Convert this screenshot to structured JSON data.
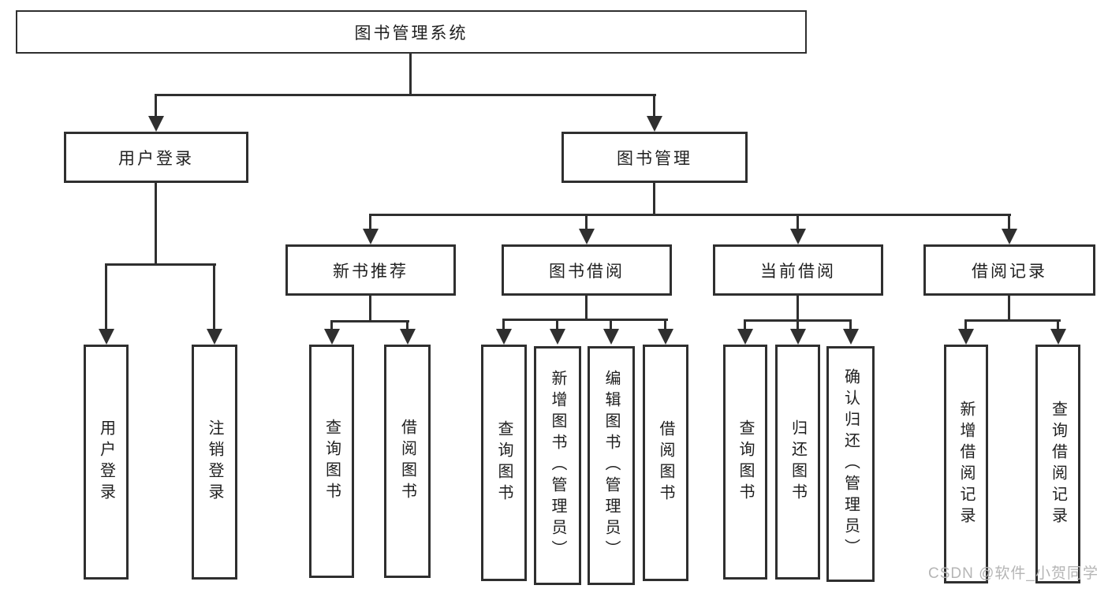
{
  "tree": {
    "root": {
      "label": "图书管理系统"
    },
    "branches": [
      {
        "label": "用户登录",
        "children": [
          {
            "label": "用户登录"
          },
          {
            "label": "注销登录"
          }
        ]
      },
      {
        "label": "图书管理",
        "children": [
          {
            "label": "新书推荐",
            "children": [
              {
                "label": "查询图书"
              },
              {
                "label": "借阅图书"
              }
            ]
          },
          {
            "label": "图书借阅",
            "children": [
              {
                "label": "查询图书"
              },
              {
                "label": "新增图书（管理员）"
              },
              {
                "label": "编辑图书（管理员）"
              },
              {
                "label": "借阅图书"
              }
            ]
          },
          {
            "label": "当前借阅",
            "children": [
              {
                "label": "查询图书"
              },
              {
                "label": "归还图书"
              },
              {
                "label": "确认归还（管理员）"
              }
            ]
          },
          {
            "label": "借阅记录",
            "children": [
              {
                "label": "新增借阅记录"
              },
              {
                "label": "查询借阅记录"
              }
            ]
          }
        ]
      }
    ]
  },
  "watermark": "CSDN @软件_小贺同学",
  "colors": {
    "line": "#2f2f2f",
    "text": "#1f1f1f",
    "background": "#ffffff",
    "watermark": "#b5b5b5"
  }
}
